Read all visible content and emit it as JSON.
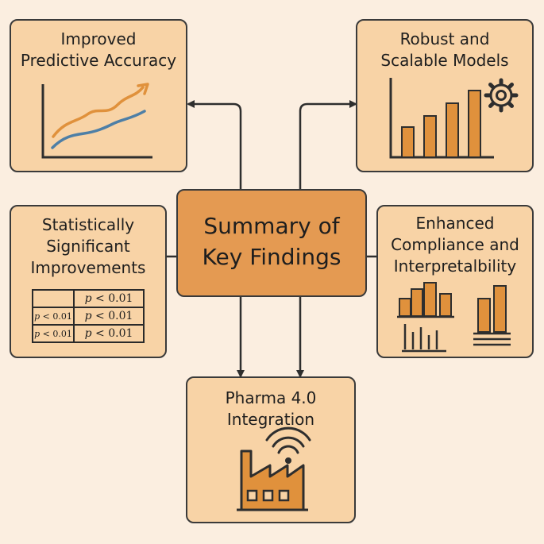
{
  "center": {
    "lines": [
      "Summary of",
      "Key Findings"
    ]
  },
  "boxes": {
    "accuracy": {
      "lines": [
        "Improved",
        "Predictive Accuracy"
      ]
    },
    "robust": {
      "lines": [
        "Robust and",
        "Scalable Models"
      ]
    },
    "stats": {
      "lines": [
        "Statistically",
        "Significant",
        "Improvements"
      ]
    },
    "compliance": {
      "lines": [
        "Enhanced",
        "Compliance and",
        "Interpretalbility"
      ]
    },
    "pharma": {
      "lines": [
        "Pharma 4.0",
        "Integration"
      ]
    }
  },
  "stats_table": {
    "rows": [
      {
        "left": "",
        "right": "p < 0.01"
      },
      {
        "left": "p < 0.01",
        "right": "p < 0.01"
      },
      {
        "left": "p < 0.01",
        "right": "p < 0.01"
      }
    ]
  },
  "icons": {
    "accuracy": "line-chart-icon",
    "robust_bars": "bar-chart-icon",
    "robust_gear": "gear-icon",
    "compliance": "bar-charts-icon",
    "pharma_factory": "factory-icon",
    "pharma_wifi": "wireless-signal-icon"
  },
  "colors": {
    "background": "#fbeee0",
    "box_fill": "#f8d3a6",
    "center_fill": "#e49a52",
    "accent_orange": "#e0913c",
    "accent_blue": "#4e7fa6",
    "outline": "#3a3a3a"
  }
}
